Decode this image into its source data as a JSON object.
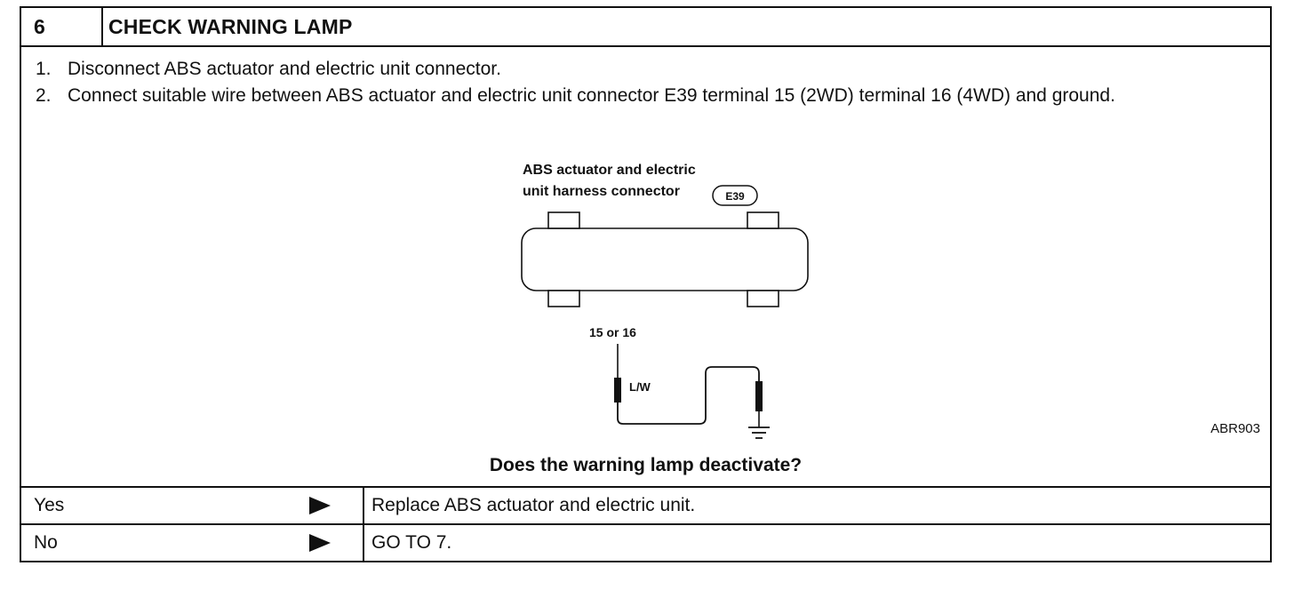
{
  "step": {
    "number": "6",
    "title": "CHECK WARNING LAMP"
  },
  "instructions": [
    {
      "num": "1.",
      "text": "Disconnect ABS actuator and electric unit connector."
    },
    {
      "num": "2.",
      "text": "Connect suitable wire between ABS actuator and electric unit connector E39 terminal 15 (2WD) terminal 16 (4WD) and ground."
    }
  ],
  "figure": {
    "connector_label_line1": "ABS actuator and electric",
    "connector_label_line2": "unit harness connector",
    "connector_code": "E39",
    "terminal_label": "15 or 16",
    "wire_label": "L/W",
    "figure_id": "ABR903"
  },
  "question": "Does the warning lamp deactivate?",
  "answers": [
    {
      "answer": "Yes",
      "result": "Replace ABS actuator and electric unit."
    },
    {
      "answer": "No",
      "result": "GO TO 7."
    }
  ]
}
